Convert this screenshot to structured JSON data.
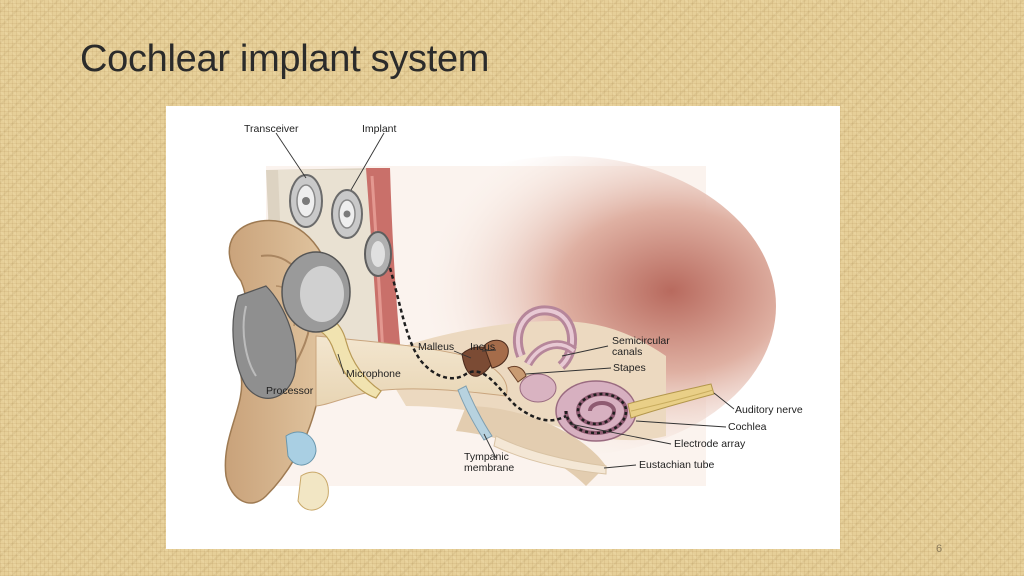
{
  "slide": {
    "title": "Cochlear implant system",
    "page_number": "6"
  },
  "diagram": {
    "labels": {
      "transceiver": "Transceiver",
      "implant": "Implant",
      "processor": "Processor",
      "microphone": "Microphone",
      "malleus": "Malleus",
      "incus": "Incus",
      "semicircular_line1": "Semicircular",
      "semicircular_line2": "canals",
      "stapes": "Stapes",
      "auditory_nerve": "Auditory nerve",
      "cochlea": "Cochlea",
      "electrode_array": "Electrode array",
      "tympanic_line1": "Tympanic",
      "tympanic_line2": "membrane",
      "eustachian_tube": "Eustachian tube"
    }
  }
}
